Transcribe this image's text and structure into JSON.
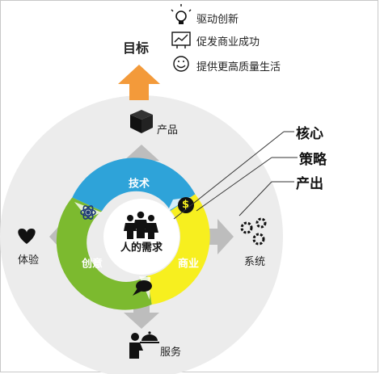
{
  "goal": {
    "title": "目标",
    "items": [
      {
        "icon": "lightbulb-icon",
        "label": "驱动创新"
      },
      {
        "icon": "chart-growth-icon",
        "label": "促发商业成功"
      },
      {
        "icon": "smiley-icon",
        "label": "提供更高质量生活"
      }
    ]
  },
  "outputs": {
    "top": {
      "icon": "box-icon",
      "label": "产品"
    },
    "left": {
      "icon": "heart-icon",
      "label": "体验"
    },
    "right": {
      "icon": "gears-icon",
      "label": "系统"
    },
    "bottom": {
      "icon": "service-cloche-icon",
      "label": "服务"
    }
  },
  "ring": {
    "segments": [
      {
        "label": "技术",
        "color": "#2ea3d9",
        "icon": "atom-icon"
      },
      {
        "label": "商业",
        "color": "#f7ef1f",
        "icon": "dollar-icon"
      },
      {
        "label": "创意",
        "color": "#7cba2f",
        "icon": "speech-bubble-icon"
      }
    ],
    "center": {
      "label": "人的需求",
      "icon": "people-group-icon"
    }
  },
  "legend": {
    "core": "核心",
    "strategy": "策略",
    "output": "产出"
  },
  "colors": {
    "outer_disc": "#ececec",
    "arrow_gray": "#bdbdbd",
    "goal_arrow": "#f39a3a"
  }
}
